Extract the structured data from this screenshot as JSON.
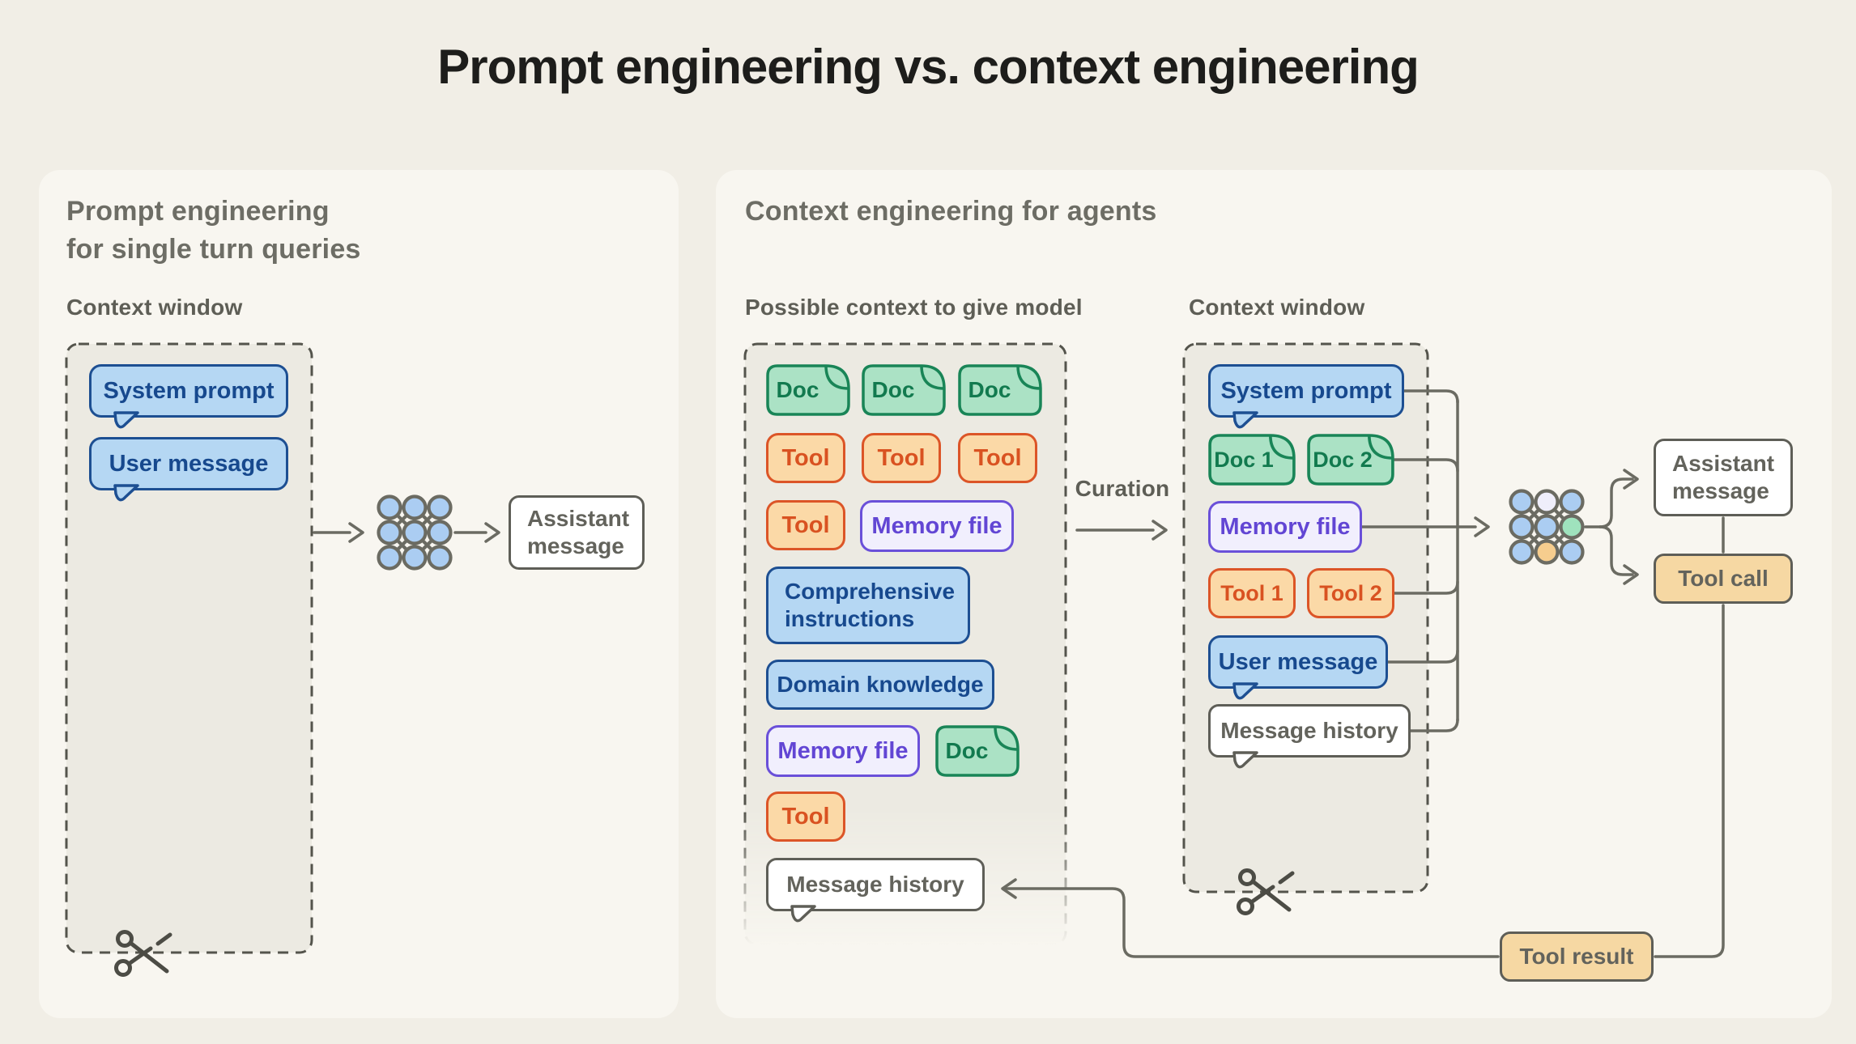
{
  "title": "Prompt engineering vs. context engineering",
  "left_panel": {
    "header": "Prompt engineering\nfor single turn queries",
    "context_window_label": "Context window",
    "bubbles": [
      {
        "label": "System prompt"
      },
      {
        "label": "User message"
      }
    ],
    "output_box": "Assistant message"
  },
  "right_panel": {
    "header": "Context engineering for agents",
    "possible_context_label": "Possible context to give model",
    "context_window_label": "Context window",
    "curation_label": "Curation",
    "possible_context": {
      "items": [
        {
          "type": "doc",
          "label": "Doc"
        },
        {
          "type": "doc",
          "label": "Doc"
        },
        {
          "type": "doc",
          "label": "Doc"
        },
        {
          "type": "tool",
          "label": "Tool"
        },
        {
          "type": "tool",
          "label": "Tool"
        },
        {
          "type": "tool",
          "label": "Tool"
        },
        {
          "type": "tool",
          "label": "Tool"
        },
        {
          "type": "memory",
          "label": "Memory file"
        },
        {
          "type": "instructions",
          "label": "Comprehensive instructions"
        },
        {
          "type": "knowledge",
          "label": "Domain knowledge"
        },
        {
          "type": "memory",
          "label": "Memory file"
        },
        {
          "type": "doc",
          "label": "Doc"
        },
        {
          "type": "tool",
          "label": "Tool"
        },
        {
          "type": "history",
          "label": "Message history"
        }
      ]
    },
    "context_window": {
      "items": [
        {
          "type": "bubble",
          "label": "System prompt"
        },
        {
          "type": "doc",
          "label": "Doc 1"
        },
        {
          "type": "doc",
          "label": "Doc 2"
        },
        {
          "type": "memory",
          "label": "Memory file"
        },
        {
          "type": "tool",
          "label": "Tool 1"
        },
        {
          "type": "tool",
          "label": "Tool 2"
        },
        {
          "type": "bubble",
          "label": "User message"
        },
        {
          "type": "history",
          "label": "Message history"
        }
      ]
    },
    "outputs": {
      "assistant": "Assistant message",
      "tool_call": "Tool call",
      "tool_result": "Tool result"
    }
  },
  "colors": {
    "page_bg": "#f1eee6",
    "panel_bg": "#f8f6f0",
    "dashed_fill": "#eceae2",
    "dash_stroke": "#54544c",
    "line": "#6b6b62",
    "gray_border": "#5e5e57",
    "gray_text": "#63635c",
    "blue_fill": "#b5d7f3",
    "blue_border": "#1d4f92",
    "blue_text": "#17498e",
    "green_fill": "#abe2c5",
    "green_border": "#198557",
    "green_text": "#127a4f",
    "orange_fill": "#fbd9a7",
    "orange_border": "#dc5527",
    "orange_text": "#d95221",
    "purple_fill": "#f1effd",
    "purple_border": "#6a50d9",
    "purple_text": "#6246d4",
    "tan_fill": "#f6d8a3",
    "title": "#1d1d1b",
    "header": "#6d6d65",
    "label": "#5e5e56",
    "node_blue": "#abcdf2",
    "node_green": "#9fe2bd",
    "node_orange": "#f6cd8e",
    "node_lavender": "#efeefb",
    "scissors": "#4c4c45"
  }
}
